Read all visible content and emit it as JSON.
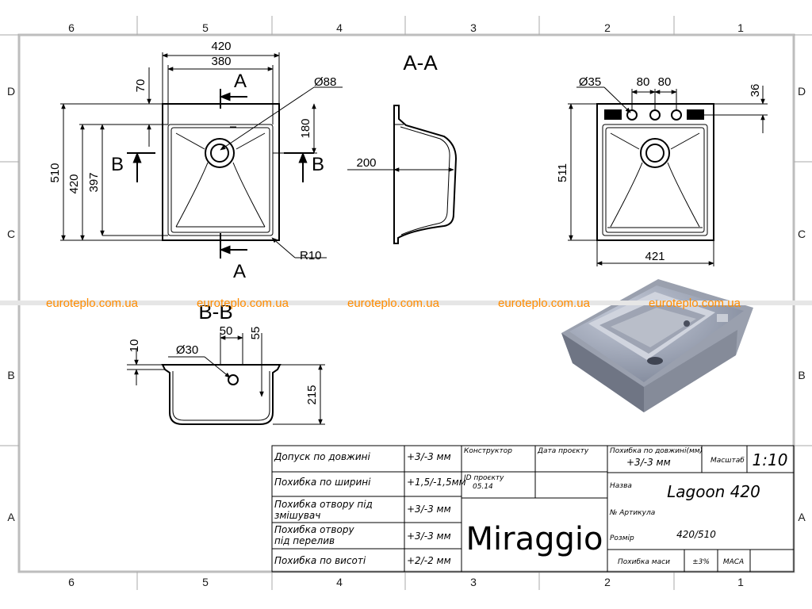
{
  "zones": {
    "columns": [
      "6",
      "5",
      "4",
      "3",
      "2",
      "1"
    ],
    "rows": [
      "D",
      "C",
      "B",
      "A"
    ]
  },
  "views": {
    "top": {
      "dims": {
        "w420": "420",
        "w380": "380",
        "h70": "70",
        "d88": "Ø88",
        "h180": "180",
        "h510": "510",
        "h420": "420",
        "h397": "397",
        "r10": "R10"
      },
      "markers": {
        "a_top": "A",
        "a_bottom": "A",
        "b_left": "B",
        "b_right": "B"
      }
    },
    "section_aa": {
      "title": "A-A",
      "dim200": "200"
    },
    "hole_view": {
      "d35": "Ø35",
      "s80a": "80",
      "s80b": "80",
      "h36": "36",
      "h511": "511",
      "w421": "421"
    },
    "section_bb": {
      "title": "B-B",
      "d50": "50",
      "d55": "55",
      "d10": "10",
      "d30": "Ø30",
      "h215": "215"
    }
  },
  "watermark": [
    "euroteplo.com.ua",
    "euroteplo.com.ua",
    "euroteplo.com.ua",
    "euroteplo.com.ua",
    "euroteplo.com.ua"
  ],
  "tolerances": [
    {
      "label": "Допуск по довжині",
      "value": "+3/-3 мм"
    },
    {
      "label": "Похибка по ширині",
      "value": "+1,5/-1,5мм"
    },
    {
      "label": "Похибка отвору під змішувач",
      "value": "+3/-3 мм"
    },
    {
      "label": "Похибка отвору під перелив",
      "value": "+3/-3 мм"
    },
    {
      "label": "Похибка по висоті",
      "value": "+2/-2 мм"
    }
  ],
  "title_block": {
    "designer_label": "Конструктор",
    "date_label": "Дата проєкту",
    "project_id_label": "ID проєкту",
    "project_id_value": "05.14",
    "brand": "Miraggio",
    "length_tol_label": "Похибка по довжині(мм)",
    "length_tol_value": "+3/-3 мм",
    "scale_label": "Масштаб",
    "scale_value": "1:10",
    "name_label": "Назва",
    "name_value": "Lagoon 420",
    "article_label": "№ Артикула",
    "size_label": "Розмір",
    "size_value": "420/510",
    "mass_tol_label": "Похибка маси",
    "mass_tol_value": "±3%",
    "mass_label": "МАСА"
  }
}
